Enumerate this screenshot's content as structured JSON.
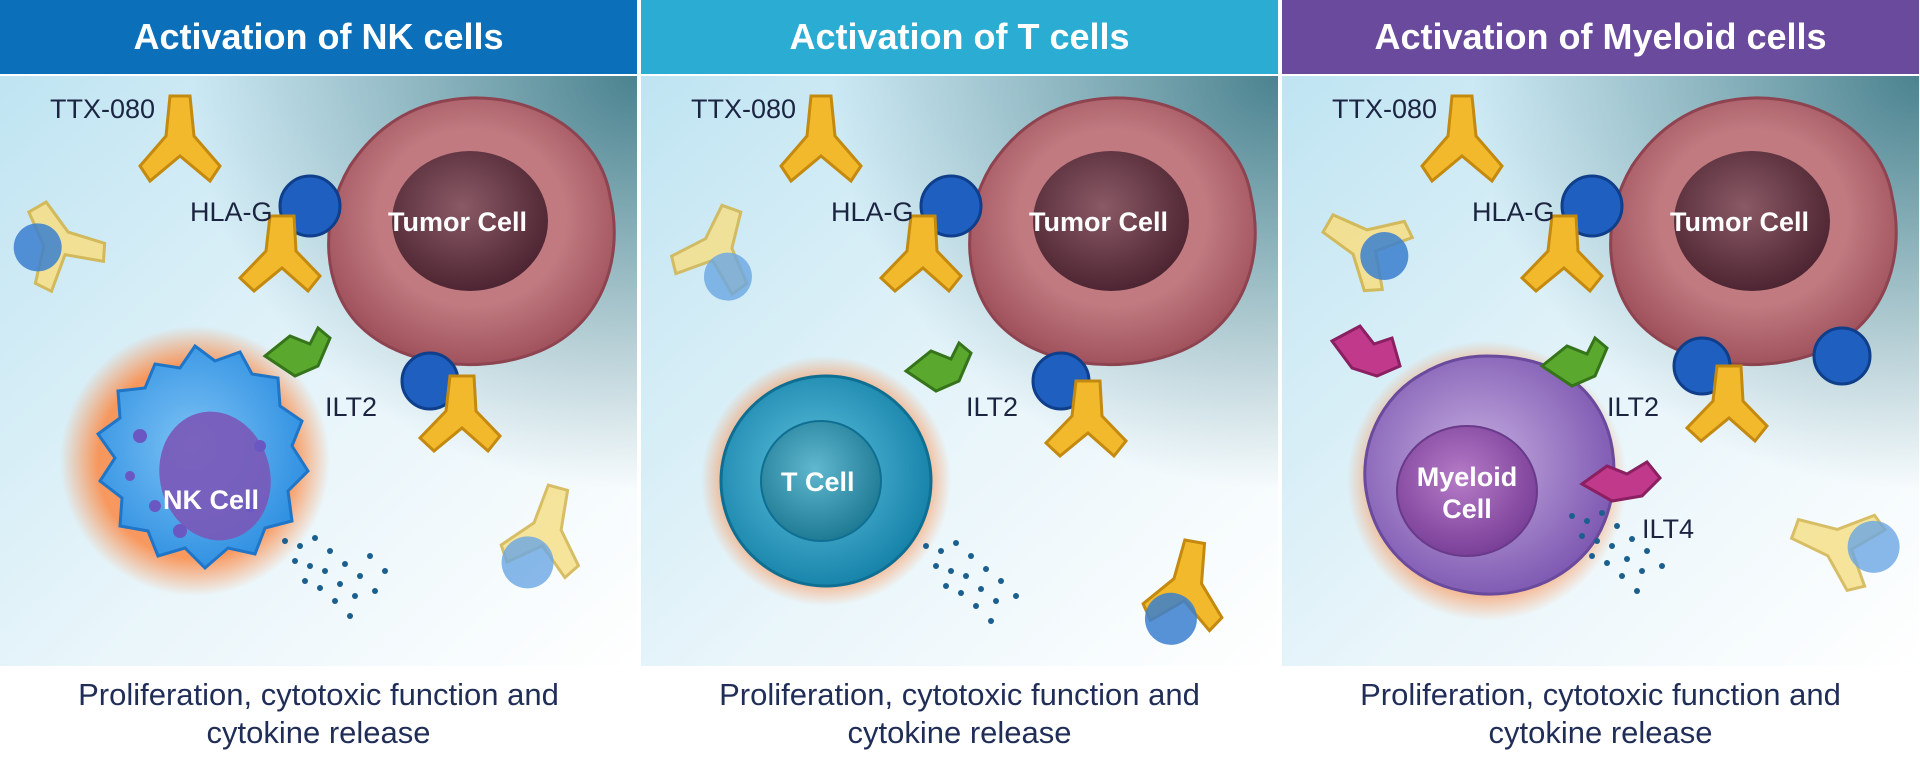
{
  "panels": [
    {
      "title": "Activation of NK cells",
      "header_color": "#0b6fb9",
      "labels": {
        "antibody": "TTX-080",
        "ligand": "HLA-G",
        "tumor": "Tumor Cell",
        "receptor": "ILT2",
        "effector": "NK Cell"
      },
      "caption_line1": "Proliferation, cytotoxic function and",
      "caption_line2": "cytokine release"
    },
    {
      "title": "Activation of T cells",
      "header_color": "#2aacd3",
      "labels": {
        "antibody": "TTX-080",
        "ligand": "HLA-G",
        "tumor": "Tumor Cell",
        "receptor": "ILT2",
        "effector": "T Cell"
      },
      "caption_line1": "Proliferation, cytotoxic function and",
      "caption_line2": "cytokine release"
    },
    {
      "title": "Activation of Myeloid cells",
      "header_color": "#6a4a9c",
      "labels": {
        "antibody": "TTX-080",
        "ligand": "HLA-G",
        "tumor": "Tumor Cell",
        "receptor": "ILT2",
        "receptor2": "ILT4",
        "effector_line1": "Myeloid",
        "effector_line2": "Cell"
      },
      "caption_line1": "Proliferation, cytotoxic function and",
      "caption_line2": "cytokine release"
    }
  ],
  "colors": {
    "antibody": "#f2b92c",
    "hla_g": "#1f5fbf",
    "tumor": "#b5646c",
    "nk_cell": "#3a9be8",
    "t_cell": "#1aa0c8",
    "myeloid_cell": "#9a72c6",
    "ilt2": "#5aa82e",
    "ilt4": "#c0398a",
    "glow": "#ff7a2a"
  }
}
